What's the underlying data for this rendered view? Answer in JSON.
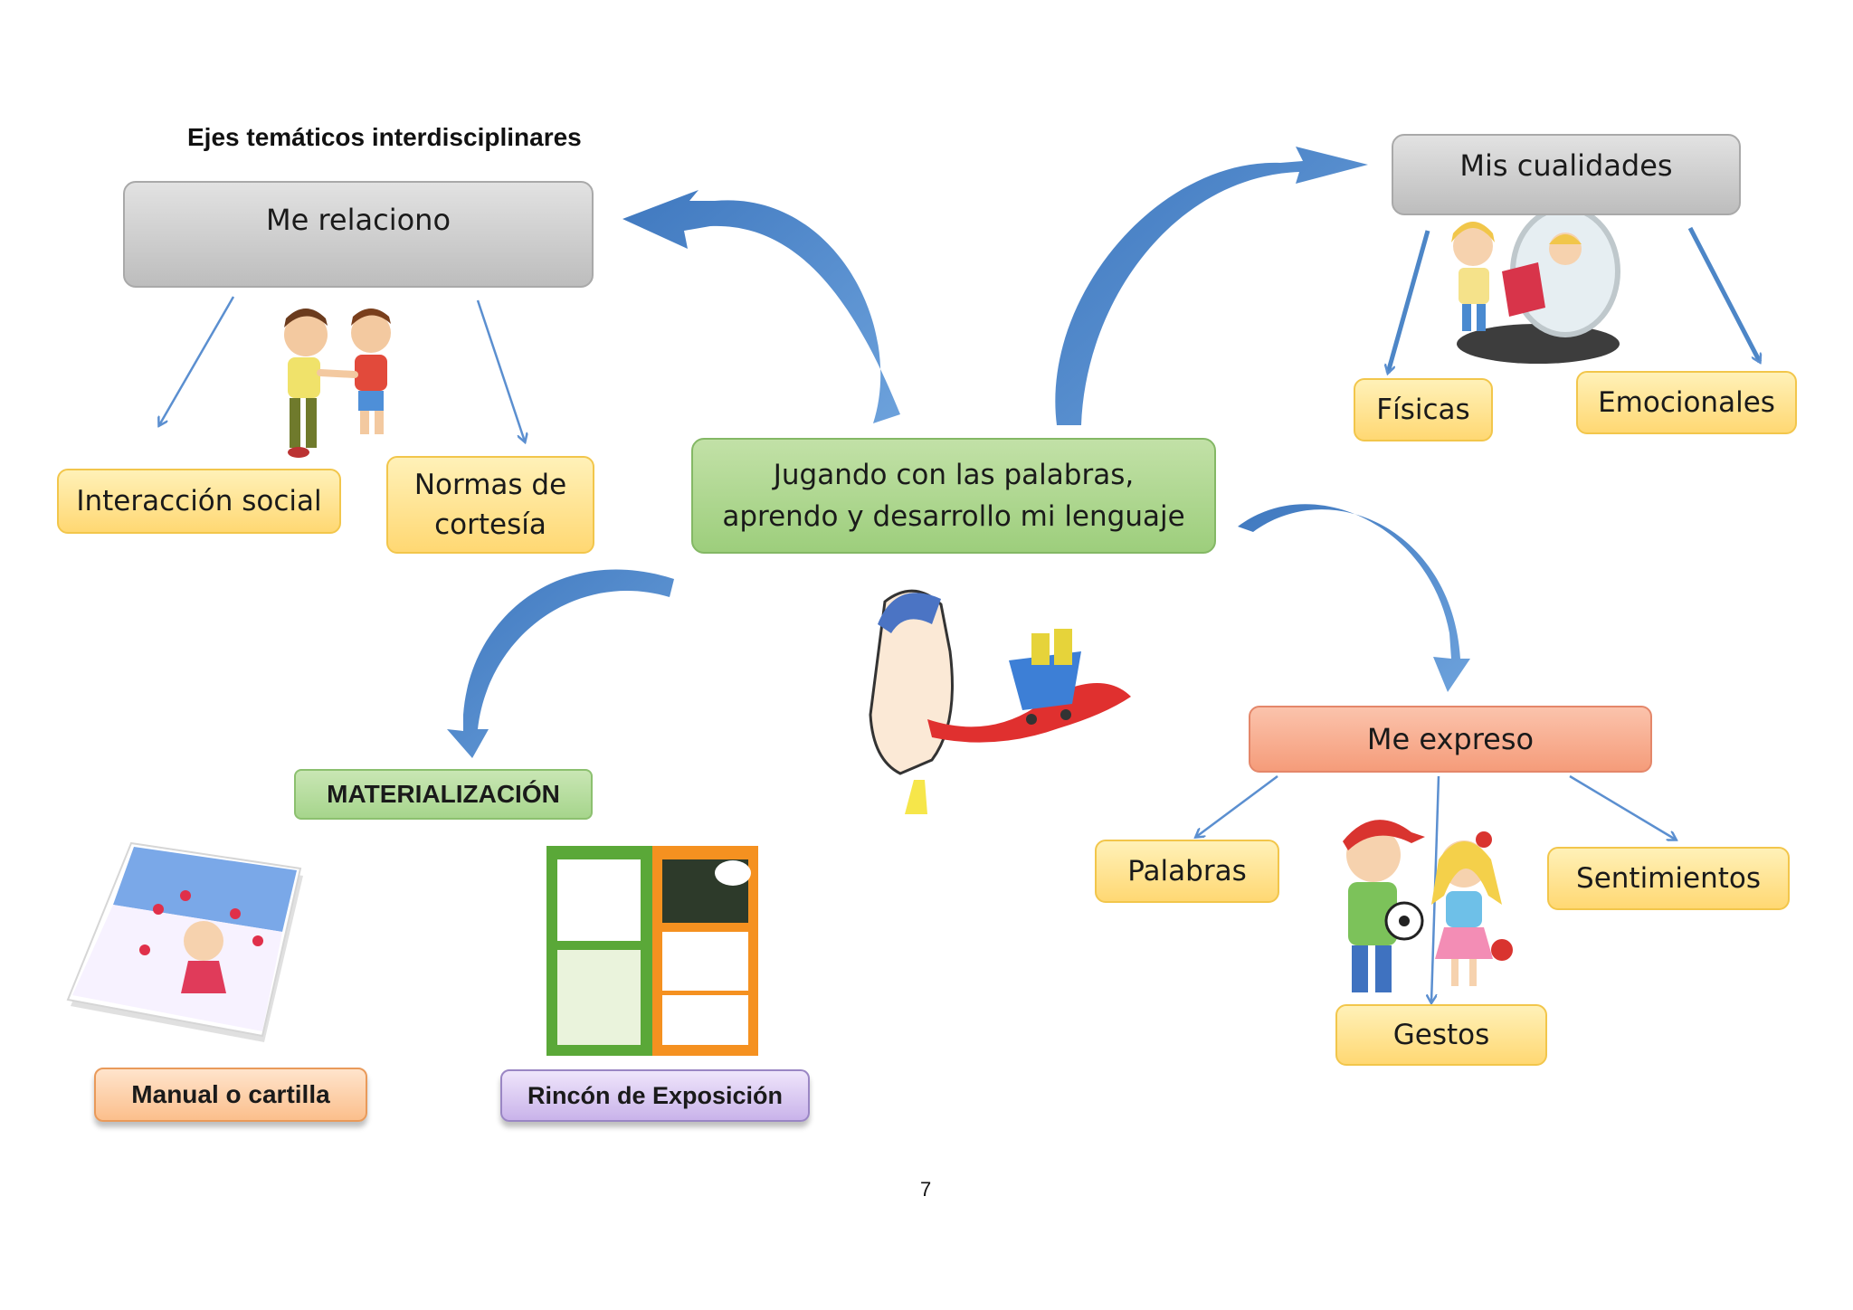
{
  "header": {
    "title": "Ejes temáticos interdisciplinares"
  },
  "center": {
    "label": "Jugando con las palabras, aprendo y desarrollo mi lenguaje"
  },
  "me_relaciono": {
    "label": "Me relaciono",
    "children": [
      "Interacción social",
      "Normas de cortesía"
    ]
  },
  "mis_cualidades": {
    "label": "Mis cualidades",
    "children": [
      "Físicas",
      "Emocionales"
    ]
  },
  "me_expreso": {
    "label": "Me expreso",
    "children": [
      "Palabras",
      "Sentimientos",
      "Gestos"
    ]
  },
  "materializacion": {
    "label": "MATERIALIZACIÓN",
    "children": [
      "Manual o cartilla",
      "Rincón de Exposición"
    ]
  },
  "colors": {
    "arrow_blue": "#4d86c7",
    "gray_box": "#c8c8c8",
    "yellow_box": "#ffe08a",
    "green_box": "#a8d48a",
    "salmon_box": "#f7a98a",
    "orange_box": "#fbc89c",
    "purple_box": "#d9c9f0"
  },
  "page": {
    "number": "7"
  }
}
